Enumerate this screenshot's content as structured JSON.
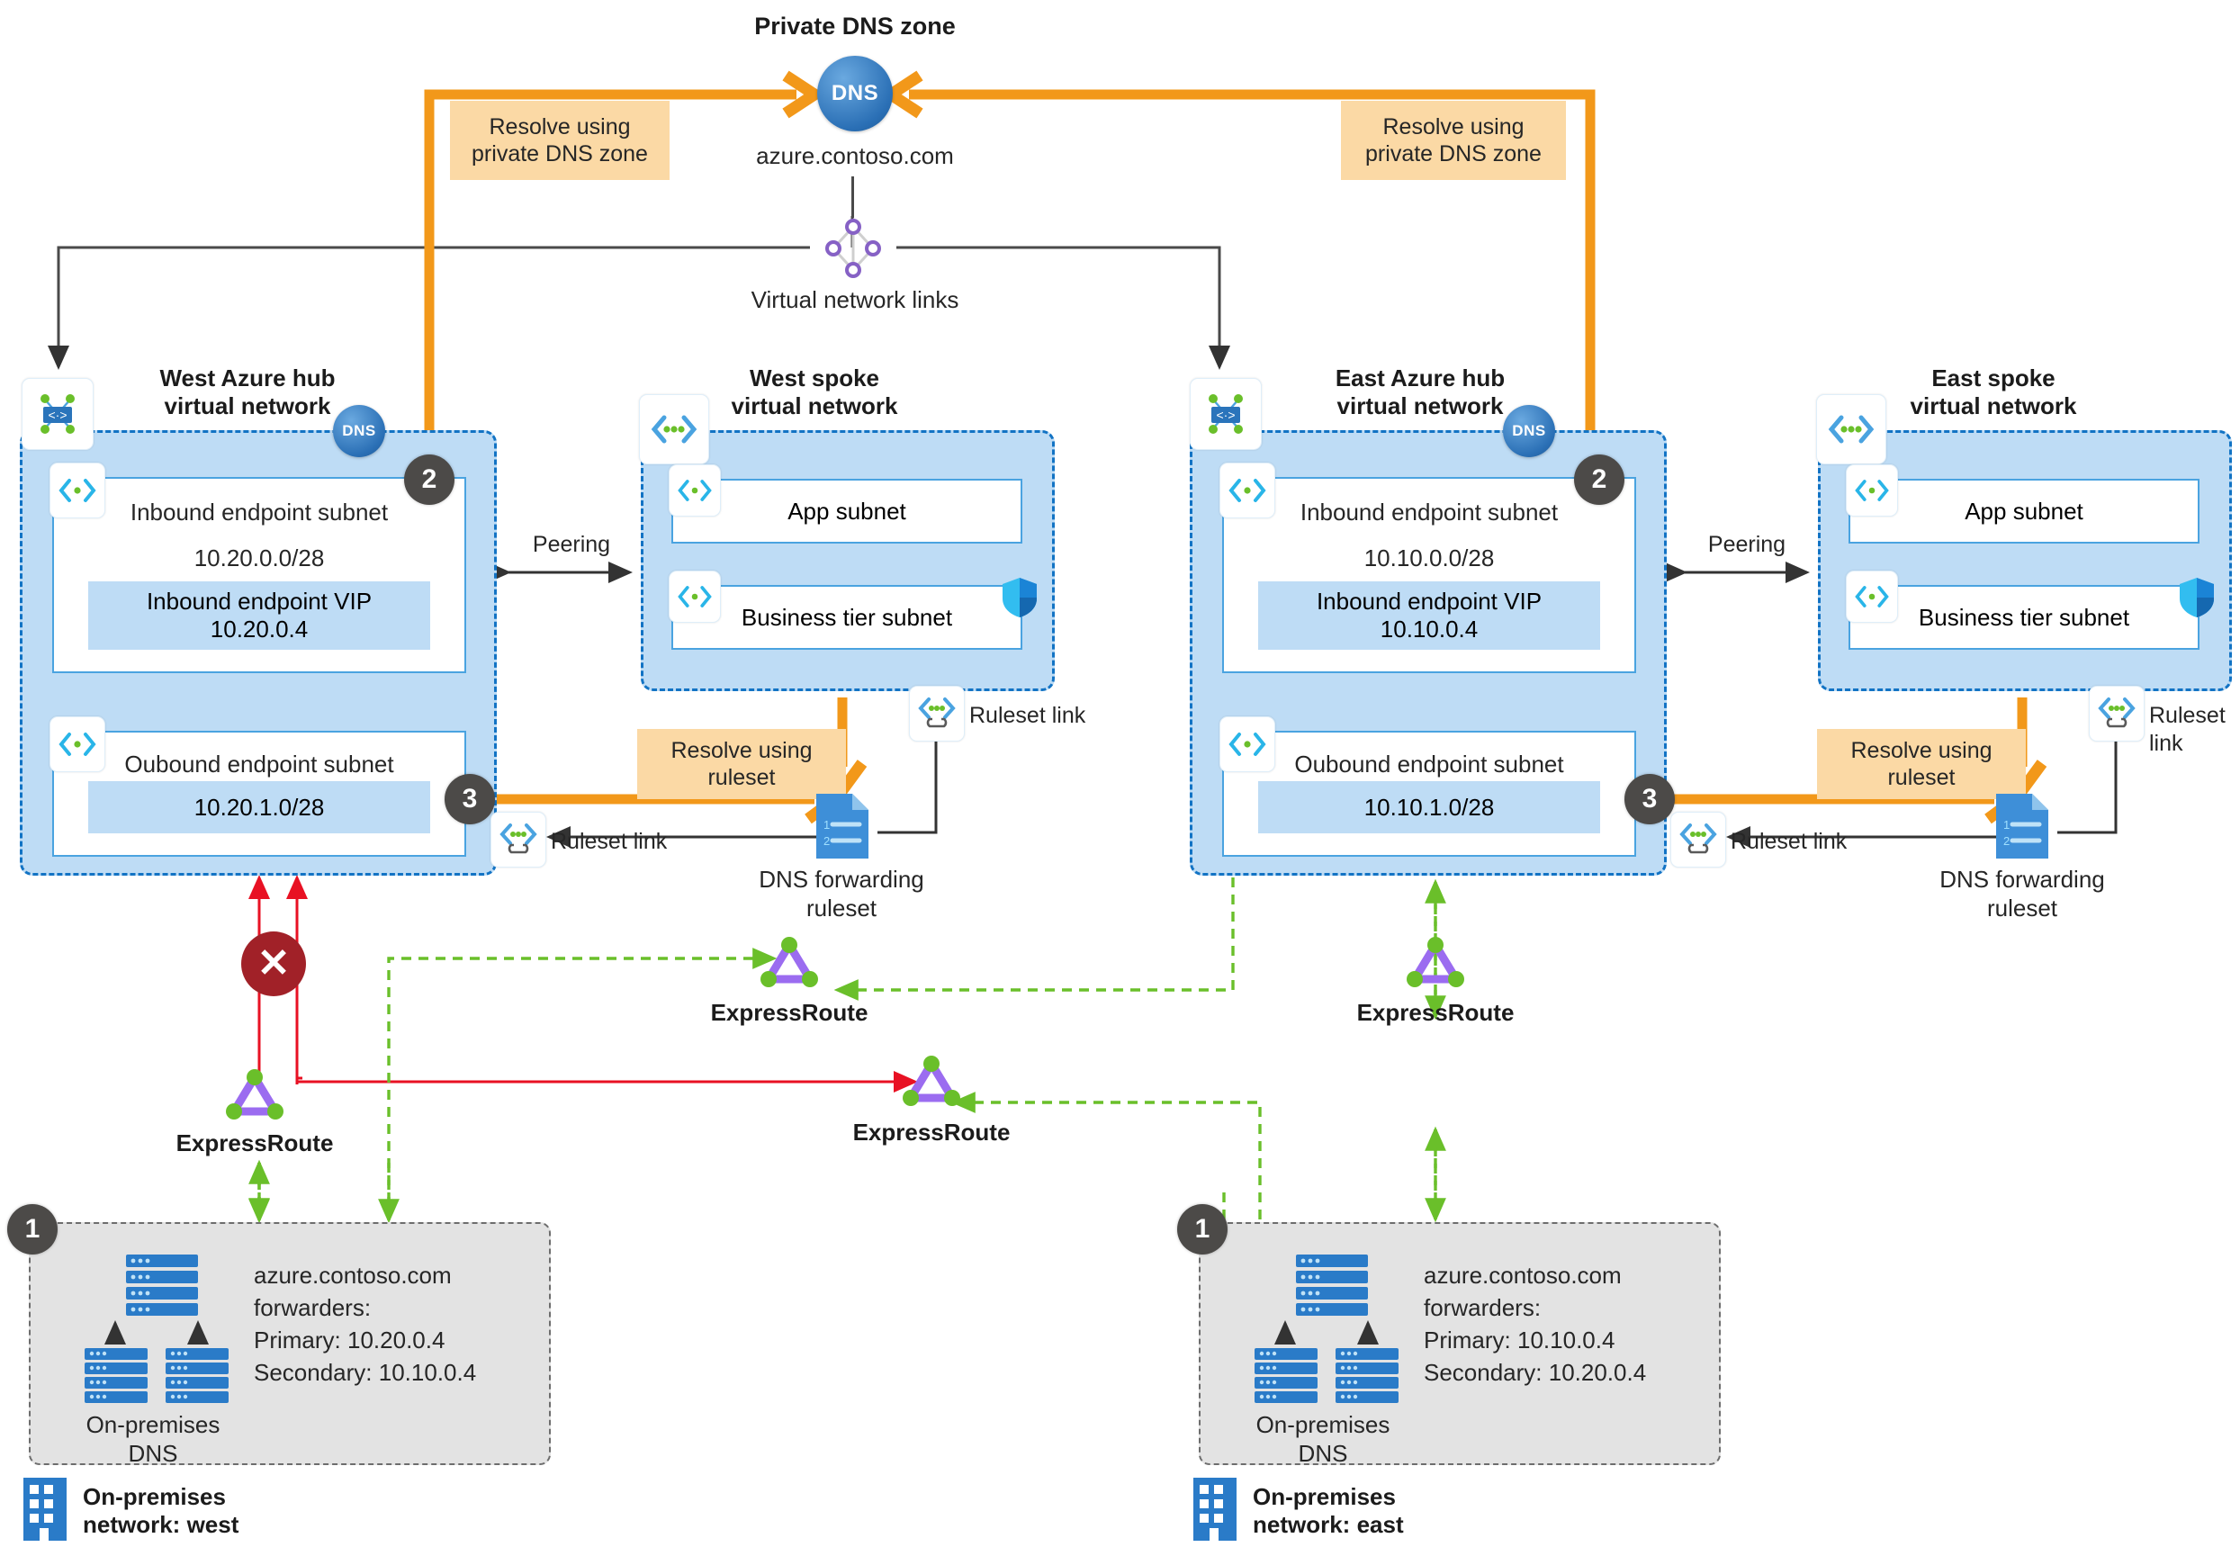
{
  "title": {
    "private_dns_zone": "Private DNS zone",
    "zone_name": "azure.contoso.com"
  },
  "vnet_links": {
    "label": "Virtual network links",
    "icon": "vnet-links-icon"
  },
  "callouts": {
    "resolve_private_dns_west": "Resolve using\nprivate DNS zone",
    "resolve_private_dns_east": "Resolve using\nprivate DNS zone",
    "resolve_ruleset_west": "Resolve using\nruleset",
    "resolve_ruleset_east": "Resolve using\nruleset"
  },
  "badges": {
    "one": "1",
    "two": "2",
    "three": "3"
  },
  "hubs": [
    {
      "id": "west-hub",
      "title": "West Azure hub\nvirtual network",
      "dns_badge": "DNS",
      "inbound_subnet_label": "Inbound endpoint subnet",
      "inbound_cidr": "10.20.0.0/28",
      "inbound_vip_label": "Inbound endpoint VIP",
      "inbound_vip_ip": "10.20.0.4",
      "outbound_subnet_label": "Oubound endpoint subnet",
      "outbound_cidr": "10.20.1.0/28"
    },
    {
      "id": "east-hub",
      "title": "East Azure hub\nvirtual network",
      "dns_badge": "DNS",
      "inbound_subnet_label": "Inbound endpoint subnet",
      "inbound_cidr": "10.10.0.0/28",
      "inbound_vip_label": "Inbound endpoint VIP",
      "inbound_vip_ip": "10.10.0.4",
      "outbound_subnet_label": "Oubound endpoint subnet",
      "outbound_cidr": "10.10.1.0/28"
    }
  ],
  "spokes": [
    {
      "id": "west-spoke",
      "title": "West spoke\nvirtual network",
      "app_subnet": "App subnet",
      "business_subnet": "Business tier subnet"
    },
    {
      "id": "east-spoke",
      "title": "East spoke\nvirtual network",
      "app_subnet": "App subnet",
      "business_subnet": "Business tier subnet"
    }
  ],
  "peering": {
    "west": "Peering",
    "east": "Peering"
  },
  "rulesets": [
    {
      "id": "west-ruleset",
      "label": "DNS forwarding\nruleset",
      "link_left": "Ruleset link",
      "link_right": "Ruleset link"
    },
    {
      "id": "east-ruleset",
      "label": "DNS forwarding\nruleset",
      "link_left": "Ruleset link",
      "link_right": "Ruleset link"
    }
  ],
  "expressroutes": [
    {
      "id": "er-west-left",
      "label": "ExpressRoute"
    },
    {
      "id": "er-west-mid",
      "label": "ExpressRoute"
    },
    {
      "id": "er-east-mid",
      "label": "ExpressRoute"
    },
    {
      "id": "er-east-right",
      "label": "ExpressRoute"
    }
  ],
  "onprem": [
    {
      "id": "onprem-west",
      "dns_label": "On-premises\nDNS",
      "zone": "azure.contoso.com",
      "forwarders_label": "forwarders:",
      "primary": "Primary: 10.20.0.4",
      "secondary": "Secondary: 10.10.0.4",
      "network_title": "On-premises\nnetwork: west"
    },
    {
      "id": "onprem-east",
      "dns_label": "On-premises\nDNS",
      "zone": "azure.contoso.com",
      "forwarders_label": "forwarders:",
      "primary": "Primary: 10.10.0.4",
      "secondary": "Secondary: 10.20.0.4",
      "network_title": "On-premises\nnetwork: east"
    }
  ],
  "colors": {
    "orange": "#F2981A",
    "vnet_border": "#1273c4",
    "vnet_fill": "#bedcf5",
    "badge": "#4c4a48",
    "red": "#E81123",
    "dark_red": "#a12128",
    "green": "#6ABF2A",
    "purple": "#9b6cf0",
    "gray_box": "#e3e3e3"
  }
}
